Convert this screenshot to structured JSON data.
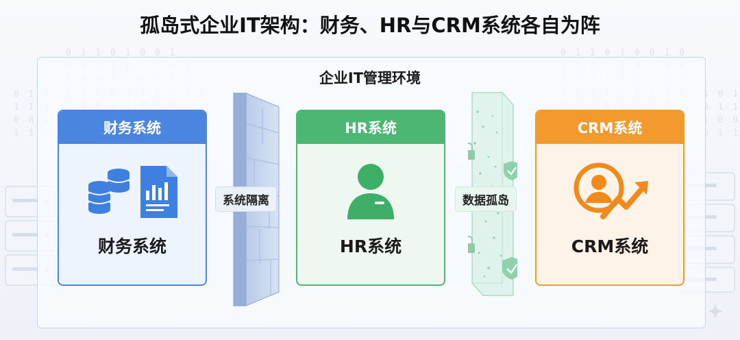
{
  "title": "孤岛式企业IT架构：财务、HR与CRM系统各自为阵",
  "environment": {
    "label": "企业IT管理环境"
  },
  "systems": [
    {
      "header": "财务系统",
      "name": "财务系统",
      "color": "#4a86e0",
      "icons": [
        "database-stack-icon",
        "report-document-icon"
      ]
    },
    {
      "header": "HR系统",
      "name": "HR系统",
      "color": "#4cb673",
      "icons": [
        "person-icon"
      ]
    },
    {
      "header": "CRM系统",
      "name": "CRM系统",
      "color": "#f39a2f",
      "icons": [
        "customer-growth-icon"
      ]
    }
  ],
  "barriers": [
    {
      "label": "系统隔离",
      "type": "brick-wall"
    },
    {
      "label": "数据孤岛",
      "type": "glass-wall",
      "icons": [
        "lock-icon",
        "shield-check-icon"
      ]
    }
  ]
}
